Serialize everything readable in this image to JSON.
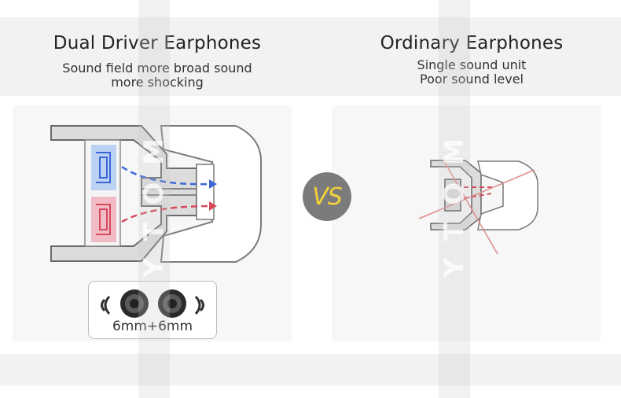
{
  "watermark": "YTOM",
  "left": {
    "title": "Dual Driver Earphones",
    "subtitle_line1": "Sound field more broad sound",
    "subtitle_line2": "more shocking",
    "driver_label": "6mm+6mm"
  },
  "vs_label": "VS",
  "right": {
    "title": "Ordinary Earphones",
    "subtitle_line1": "Single sound unit",
    "subtitle_line2": "Poor sound level"
  },
  "colors": {
    "blue_driver": "#3a66d6",
    "red_driver": "#d64a5a",
    "vs_badge": "#7b7b7b",
    "vs_text": "#f3d23a"
  }
}
